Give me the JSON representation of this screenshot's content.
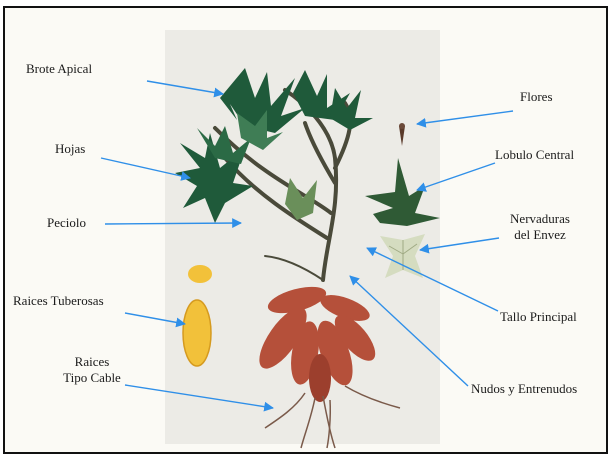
{
  "labels": {
    "brote_apical": "Brote Apical",
    "hojas": "Hojas",
    "peciolo": "Peciolo",
    "raices_tuberosas": "Raices Tuberosas",
    "raices_tipo_cable_1": "Raices",
    "raices_tipo_cable_2": "Tipo Cable",
    "flores": "Flores",
    "lobulo_central": "Lobulo Central",
    "nervaduras_1": "Nervaduras",
    "nervaduras_2": "del Envez",
    "tallo_principal": "Tallo Principal",
    "nudos_entrenudos": "Nudos y Entrenudos"
  },
  "colors": {
    "arrow": "#2f8fe8",
    "leaf": "#1f5a3a",
    "leaf_light": "#3f7d55",
    "stem": "#4a4a3a",
    "tuber": "#b5503a",
    "tuber_section": "#f2c13a"
  }
}
